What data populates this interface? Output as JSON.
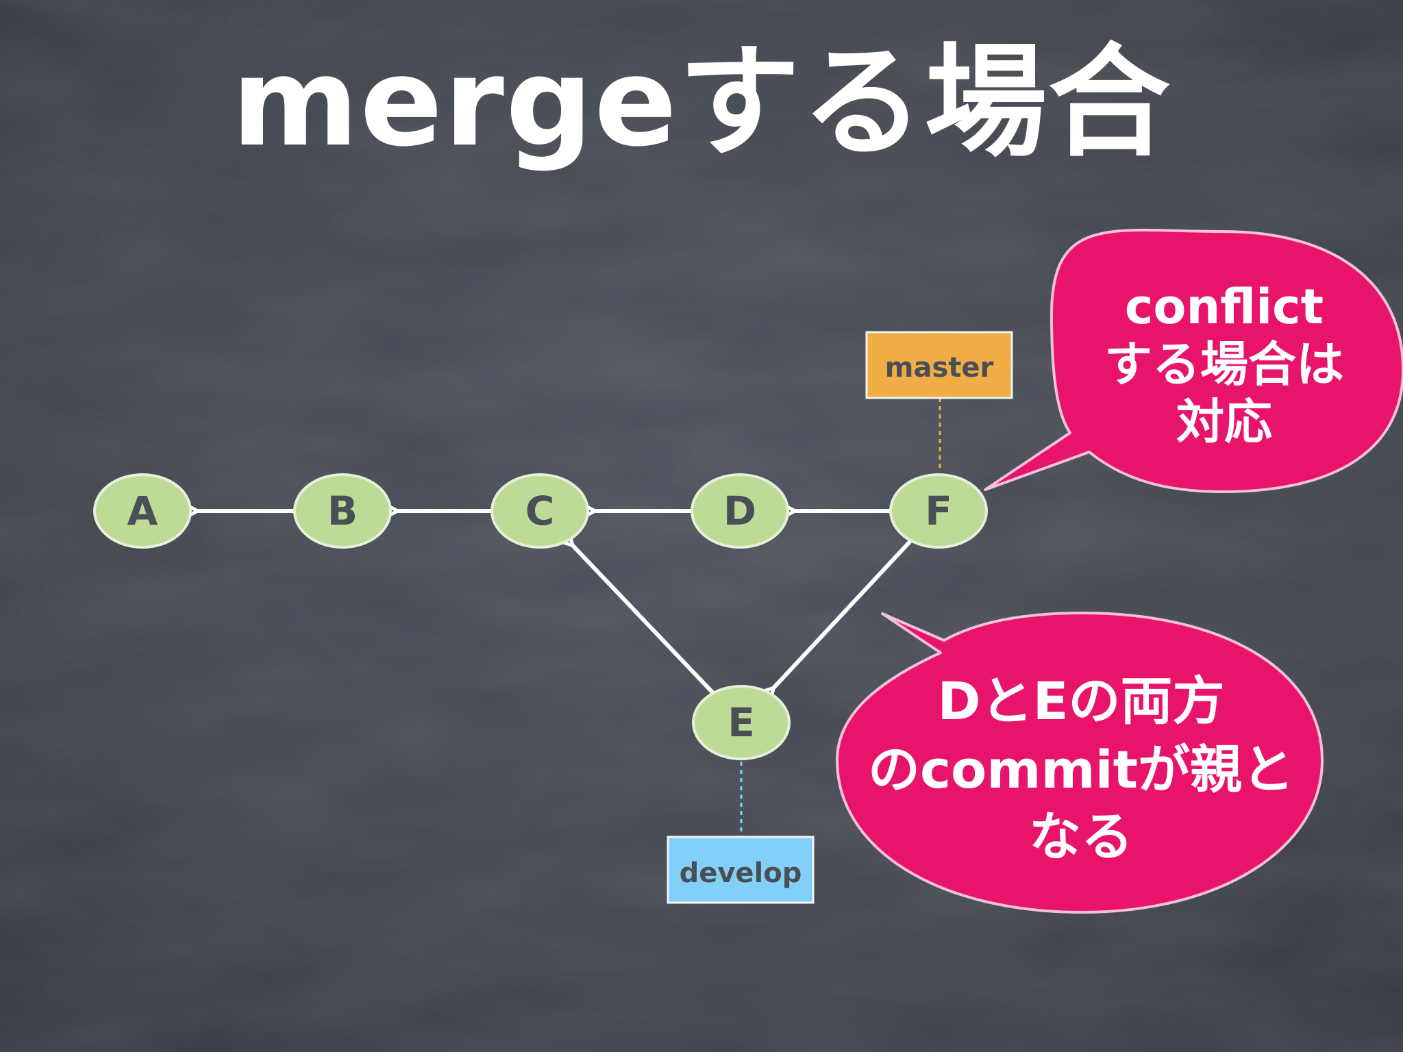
{
  "slide": {
    "title": "mergeする場合"
  },
  "colors": {
    "background": "#3f434d",
    "node_fill": "#bddb97",
    "node_stroke": "#e6f0d8",
    "node_text": "#4a4f57",
    "arrow": "#ffffff",
    "master_fill": "#f0ad45",
    "develop_fill": "#82d0f8",
    "bubble_fill": "#e8146c",
    "bubble_stroke": "#f3c2d8"
  },
  "diagram": {
    "nodes": [
      {
        "id": "A",
        "label": "A"
      },
      {
        "id": "B",
        "label": "B"
      },
      {
        "id": "C",
        "label": "C"
      },
      {
        "id": "D",
        "label": "D"
      },
      {
        "id": "F",
        "label": "F"
      },
      {
        "id": "E",
        "label": "E"
      }
    ],
    "edges": [
      {
        "from": "B",
        "to": "A"
      },
      {
        "from": "C",
        "to": "B"
      },
      {
        "from": "D",
        "to": "C"
      },
      {
        "from": "F",
        "to": "D"
      },
      {
        "from": "E",
        "to": "C"
      },
      {
        "from": "F",
        "to": "E"
      }
    ],
    "branches": [
      {
        "id": "master",
        "label": "master",
        "points_to": "F"
      },
      {
        "id": "develop",
        "label": "develop",
        "points_to": "E"
      }
    ],
    "callouts": [
      {
        "id": "conflict",
        "lines": [
          "conflict",
          "する場合は",
          "対応"
        ]
      },
      {
        "id": "parents",
        "lines": [
          "DとEの両方",
          "のcommitが親と",
          "なる"
        ]
      }
    ]
  }
}
